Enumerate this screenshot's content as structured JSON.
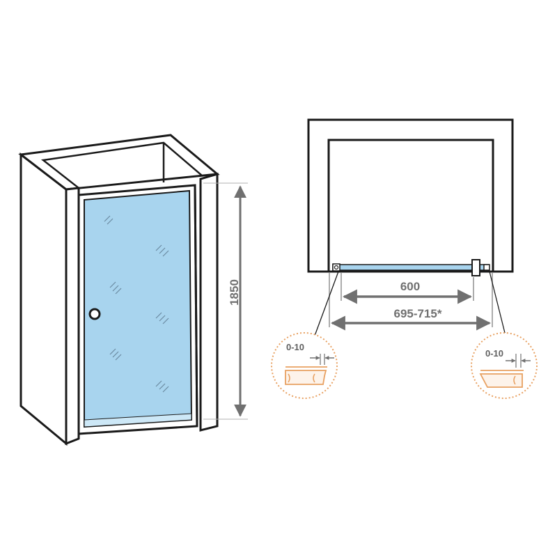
{
  "dimensions": {
    "height": "1850",
    "door_width": "600",
    "opening_range": "695-715*",
    "adjust_left": "0-10",
    "adjust_right": "0-10"
  },
  "colors": {
    "glass": "#a8d4ee",
    "glass_light": "#cde8f7",
    "outline": "#1a1a1a",
    "dimension": "#707070",
    "detail_circle": "#e8a060",
    "detail_shape": "#e8a060"
  }
}
